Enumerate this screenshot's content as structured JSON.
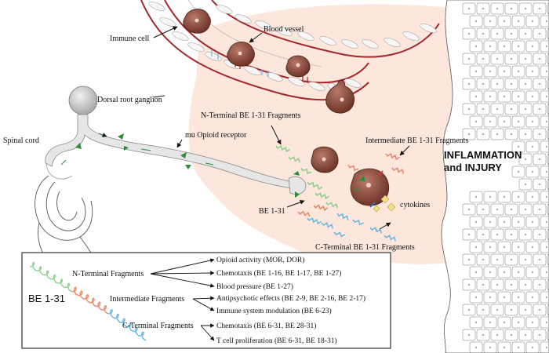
{
  "labels": {
    "immune_cell": "Immune cell",
    "blood_vessel": "Blood vessel",
    "dorsal_root_ganglion": "Dorsal root ganglion",
    "spinal_cord": "Spinal cord",
    "mu_opioid_receptor": "mu Opioid receptor",
    "n_terminal_fragments": "N-Terminal BE 1-31 Fragments",
    "intermediate_fragments": "Intermediate BE 1-31 Fragments",
    "be_1_31": "BE 1-31",
    "cytokines": "cytokines",
    "c_terminal_fragments": "C-Terminal BE 1-31 Fragments",
    "inflammation_line1": "INFLAMMATION",
    "inflammation_line2": "and INJURY"
  },
  "legend": {
    "title": "BE 1-31",
    "groups": [
      {
        "name": "N-Terminal Fragments",
        "effects": [
          "Opioid activity (MOR, DOR)",
          "Chemotaxis (BE 1-16, BE 1-17, BE 1-27)",
          "Blood pressure (BE 1-27)"
        ]
      },
      {
        "name": "Intermediate Fragments",
        "effects": [
          "Antipsychotic effects (BE 2-9, BE 2-16, BE 2-17)",
          "Immune system modulation (BE 6-23)"
        ]
      },
      {
        "name": "C-Terminal Fragments",
        "effects": [
          "Chemotaxis (BE 6-31, BE 28-31)",
          "T cell proliferation (BE 6-31, BE 18-31)"
        ]
      }
    ]
  },
  "colors": {
    "inflamed_zone": "#fde6dc",
    "vessel_wall": "#a3262a",
    "immune_cell": "#8a4a3c",
    "neuron": "#e6e6e6",
    "receptor": "#2e8b3a",
    "n_fragment": "#8fcf8f",
    "intermediate_fragment": "#e88a6a",
    "c_fragment": "#6ab8e0",
    "cytokine": "#f0e08a"
  }
}
